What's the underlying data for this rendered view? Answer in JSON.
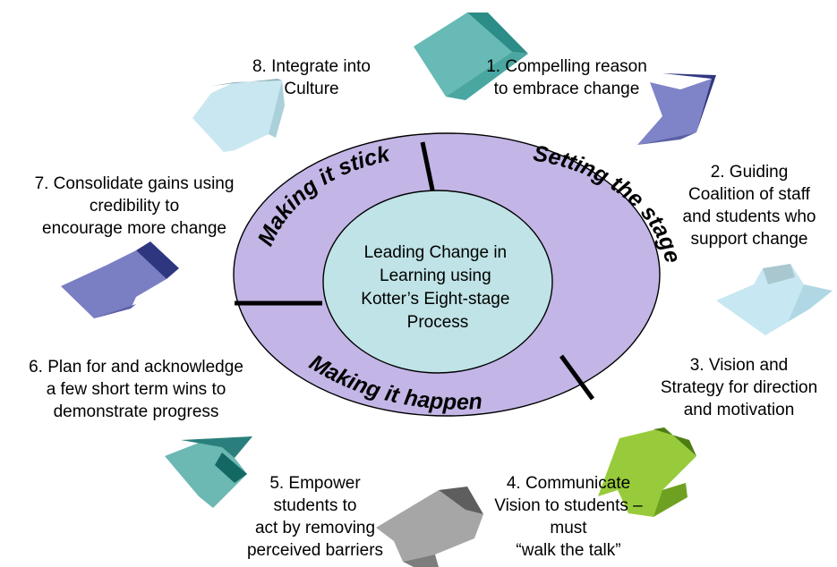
{
  "center": {
    "lines": [
      "Leading Change in",
      "Learning using",
      "Kotter’s Eight-stage",
      "Process"
    ]
  },
  "ring": {
    "sections": [
      "Making it stick",
      "Setting the stage",
      "Making it happen"
    ]
  },
  "steps": [
    {
      "lines": [
        "1. Compelling reason",
        "to embrace change"
      ]
    },
    {
      "lines": [
        "2. Guiding",
        "Coalition of staff",
        "and students who",
        "support change"
      ]
    },
    {
      "lines": [
        "3. Vision and",
        "Strategy for direction",
        "and motivation"
      ]
    },
    {
      "lines": [
        "4. Communicate",
        "Vision to students –",
        "must",
        "“walk the talk”"
      ]
    },
    {
      "lines": [
        "5. Empower",
        "students to",
        "act by removing",
        "perceived barriers"
      ]
    },
    {
      "lines": [
        "6. Plan for and acknowledge",
        "a few short term wins to",
        "demonstrate progress"
      ]
    },
    {
      "lines": [
        "7. Consolidate gains using",
        "credibility to",
        "encourage more change"
      ]
    },
    {
      "lines": [
        "8. Integrate into",
        "Culture"
      ]
    }
  ],
  "colors": {
    "ring": "#c3b6e6",
    "center": "#bfe3e6",
    "arrow_teal": "#6bb8b3",
    "arrow_navy": "#6a6eb5",
    "arrow_lightblue": "#c7e7f2",
    "arrow_green": "#97cc3a",
    "arrow_gray": "#9a9a9a"
  }
}
